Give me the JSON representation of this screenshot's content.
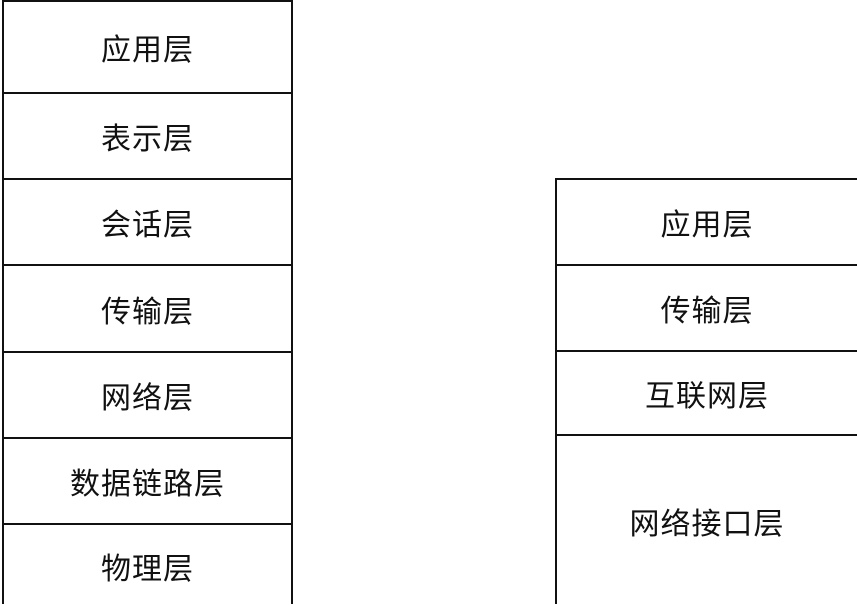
{
  "osi_stack": {
    "layers": [
      "应用层",
      "表示层",
      "会话层",
      "传输层",
      "网络层",
      "数据链路层",
      "物理层"
    ]
  },
  "tcpip_stack": {
    "layers": [
      "应用层",
      "传输层",
      "互联网层",
      "网络接口层"
    ]
  }
}
